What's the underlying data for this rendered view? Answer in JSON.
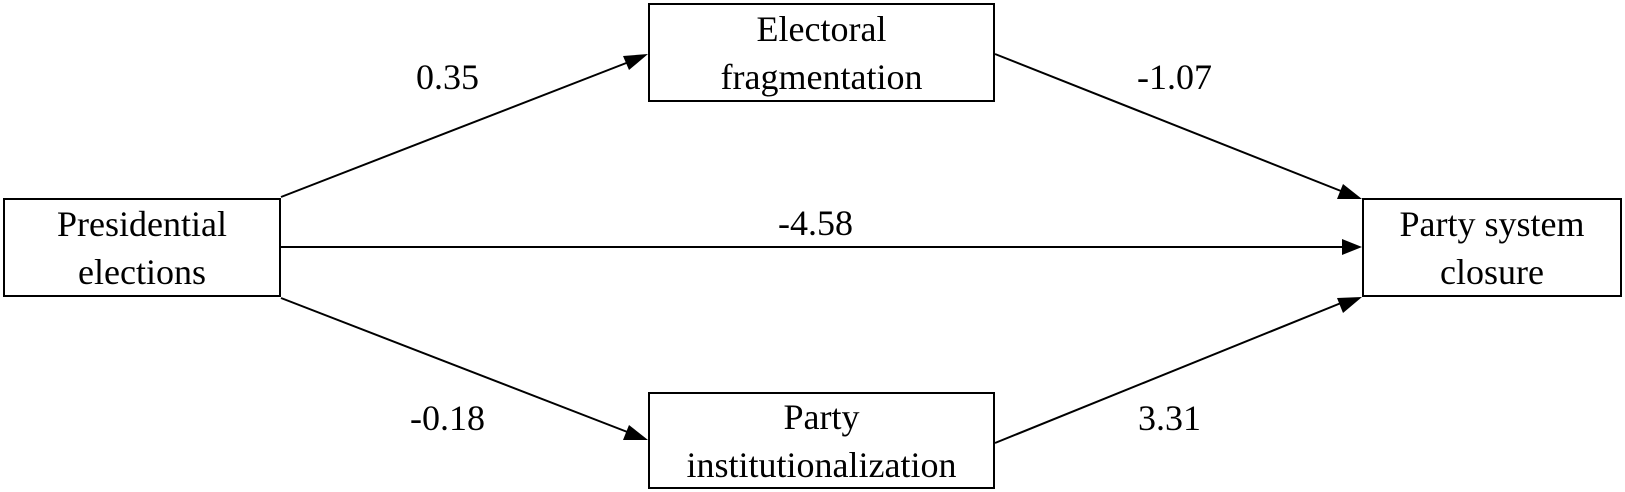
{
  "nodes": {
    "presidential": {
      "line1": "Presidential",
      "line2": "elections"
    },
    "fragmentation": {
      "line1": "Electoral",
      "line2": "fragmentation"
    },
    "closure": {
      "line1": "Party system",
      "line2": "closure"
    },
    "institutionalization": {
      "line1": "Party",
      "line2": "institutionalization"
    }
  },
  "edges": {
    "pres_frag": "0.35",
    "frag_closure": "-1.07",
    "pres_closure": "-4.58",
    "pres_inst": "-0.18",
    "inst_closure": "3.31"
  },
  "colors": {
    "stroke": "#000000",
    "background": "#ffffff"
  }
}
